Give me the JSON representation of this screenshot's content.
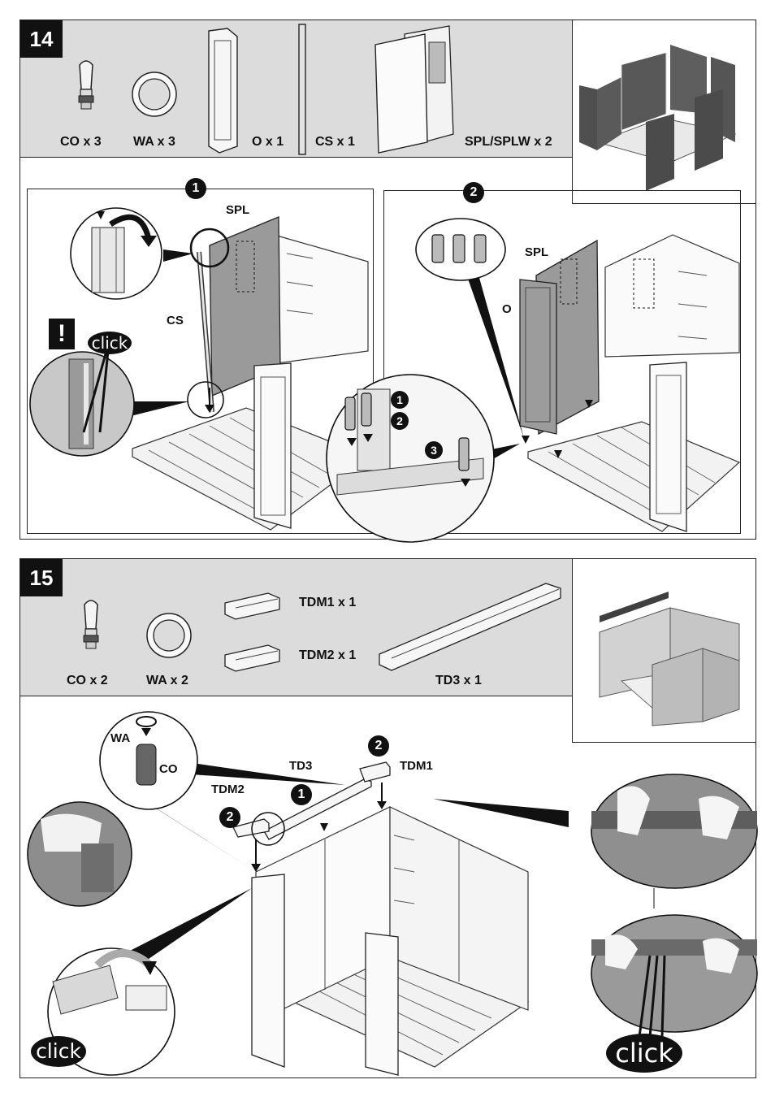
{
  "step14": {
    "number": "14",
    "parts": [
      {
        "label": "CO x 3"
      },
      {
        "label": "WA x 3"
      },
      {
        "label": "O x 1"
      },
      {
        "label": "CS x 1"
      },
      {
        "label": "SPL/SPLW x 2"
      }
    ],
    "sub1": {
      "badge": "1",
      "spl": "SPL",
      "cs": "CS",
      "warning": "!",
      "click": "click"
    },
    "sub2": {
      "badge": "2",
      "spl": "SPL",
      "o": "O",
      "detail_badges": [
        "1",
        "2",
        "3"
      ]
    }
  },
  "step15": {
    "number": "15",
    "parts": [
      {
        "label": "CO x 2"
      },
      {
        "label": "WA x 2"
      },
      {
        "label": "TDM1 x 1"
      },
      {
        "label": "TDM2 x 1"
      },
      {
        "label": "TD3 x 1"
      }
    ],
    "callouts": {
      "wa": "WA",
      "co": "CO",
      "td3": "TD3",
      "tdm1": "TDM1",
      "tdm2": "TDM2"
    },
    "badges": [
      "2",
      "1",
      "2"
    ],
    "click_left": "click",
    "click_right": "click"
  },
  "colors": {
    "band": "#dcdcdc",
    "ink": "#111111",
    "panel": "#5a5a5a"
  }
}
